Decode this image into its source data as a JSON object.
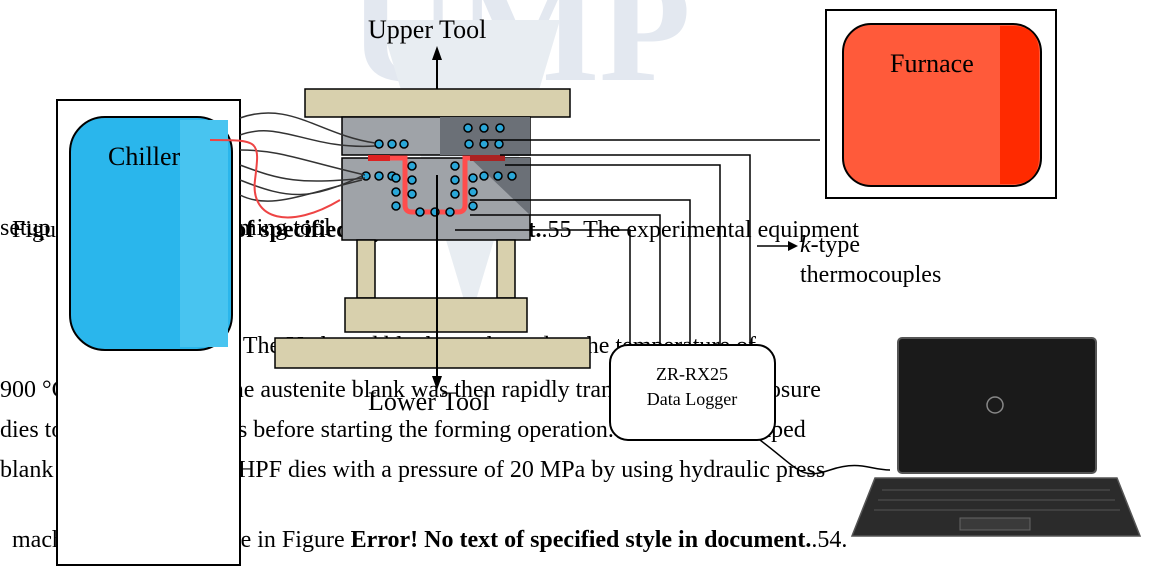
{
  "watermark": {
    "text": "UMP",
    "color": "#dbe3ee"
  },
  "diagram": {
    "upper_tool_label": "Upper Tool",
    "lower_tool_label": "Lower Tool",
    "chiller_label": "Chiller",
    "furnace_label": "Furnace",
    "thermocouple_label_prefix": "k",
    "thermocouple_label_suffix": "-type",
    "thermocouple_label_line2": "thermocouples",
    "data_logger_line1": "ZR-RX25",
    "data_logger_line2": "Data Logger",
    "colors": {
      "chiller_fill": "#2ab6ec",
      "furnace_fill": "#ff5a3a",
      "furnace_edge": "#ff2a00",
      "tool_gray": "#9fa3a8",
      "tool_dark": "#6b7077",
      "pillar": "#d8d0ad",
      "blank_red": "#ff4d4d",
      "hole_blue": "#2aa7d8"
    }
  },
  "caption": {
    "prefix": "Figure ",
    "bold_error": "Error! No text of specified style in document.",
    "suffix_number": ".55",
    "rest": "The experimental equipment",
    "line2": "setup of the hot press forming tool"
  },
  "paragraph": {
    "line1_start": "HPF experiments. The U-shaped blank was heated to the temperature of",
    "line2": "900 °C in the furnace. The austenite blank was then rapidly transferred into enclosure",
    "line3": "dies to avoid the heat loss before starting the forming operation. Next, the U-shaped",
    "line4": "blank was formed in the HPF dies with a pressure of 20 MPa by using hydraulic press",
    "line5_start": "machine as shown above in Figure ",
    "line5_bold": "Error! No text of specified style in document.",
    "line5_end": ".54."
  }
}
